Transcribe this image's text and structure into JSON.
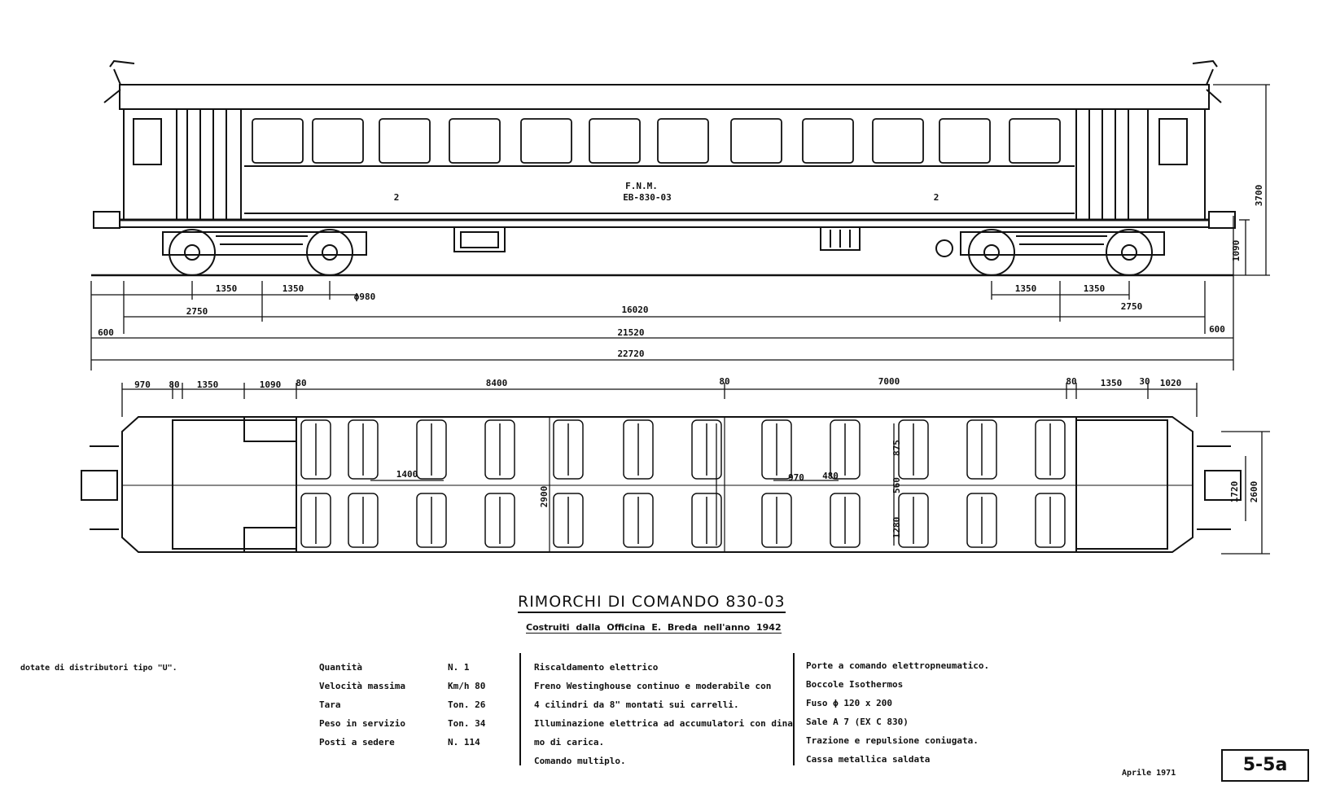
{
  "drawing": {
    "car_marking": {
      "line1": "F.N.M.",
      "line2": "EB-830-03",
      "class_left": "2",
      "class_right": "2"
    },
    "side_dimensions": {
      "a_1350_left": "1350",
      "b_1350_left": "1350",
      "wheel_diameter": "ϕ980",
      "a_1350_right": "1350",
      "b_1350_right": "1350",
      "end_2750_left": "2750",
      "pivot_distance": "16020",
      "end_2750_right": "2750",
      "buffer_600_left": "600",
      "length_body": "21520",
      "buffer_600_right": "600",
      "length_over_buffers": "22720",
      "height_total": "3700",
      "floor_height": "1090"
    },
    "plan_dimensions": {
      "d970": "970",
      "d80a": "80",
      "d1350a": "1350",
      "d1090": "1090",
      "d80b": "80",
      "d8400": "8400",
      "d80c": "80",
      "d7000": "7000",
      "d80d": "80",
      "d1350b": "1350",
      "d30": "30",
      "d1020": "1020",
      "seat_pitch": "1400",
      "d2900": "2900",
      "d970b": "970",
      "d480": "480",
      "d875": "875",
      "d560": "560",
      "d1280": "1280",
      "d1720": "1720",
      "d2600": "2600"
    }
  },
  "title": "RIMORCHI DI COMANDO 830-03",
  "subtitle": "Costruiti dalla Officina E. Breda nell'anno 1942",
  "note_left": "dotate di distributori tipo \"U\".",
  "specs": {
    "labels": [
      "Quantità",
      "Velocità massima",
      "Tara",
      "Peso in servizio",
      "Posti a sedere"
    ],
    "values": [
      "N. 1",
      "Km/h 80",
      "Ton. 26",
      "Ton. 34",
      "N. 114"
    ]
  },
  "features": {
    "col2": [
      "Riscaldamento elettrico",
      "Freno Westinghouse continuo e moderabile con",
      "4 cilindri da 8\" montati sui carrelli.",
      "Illuminazione elettrica ad accumulatori con dina",
      "mo di carica.",
      "Comando multiplo."
    ],
    "col3": [
      "Porte a comando elettropneumatico.",
      "Boccole Isothermos",
      "Fuso ϕ 120 x 200",
      "Sale A 7 (EX C 830)",
      "Trazione e repulsione coniugata.",
      "Cassa metallica saldata"
    ]
  },
  "date": "Aprile 1971",
  "sheet": "5-5a"
}
